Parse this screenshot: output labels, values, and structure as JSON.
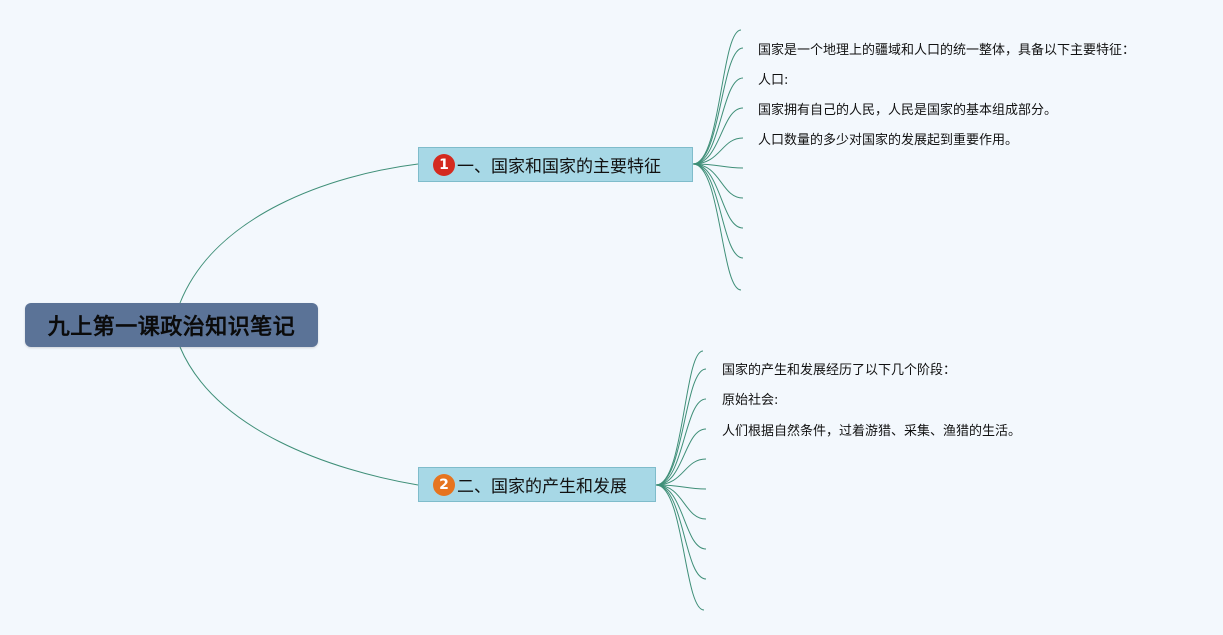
{
  "mindmap": {
    "root": {
      "label": "九上第一课政治知识笔记"
    },
    "branches": [
      {
        "marker": "1",
        "marker_color": "#d42a1f",
        "label": "一、国家和国家的主要特征",
        "leaves": [
          "国家是一个地理上的疆域和人口的统一整体，具备以下主要特征：",
          "人口:",
          "国家拥有自己的人民，人民是国家的基本组成部分。",
          "人口数量的多少对国家的发展起到重要作用。"
        ]
      },
      {
        "marker": "2",
        "marker_color": "#e6741f",
        "label": "二、国家的产生和发展",
        "leaves": [
          "国家的产生和发展经历了以下几个阶段：",
          "原始社会:",
          "人们根据自然条件，过着游猎、采集、渔猎的生活。"
        ]
      }
    ]
  },
  "colors": {
    "background": "#f3f8fd",
    "root_fill": "#5b7397",
    "branch_fill": "#a7d8e6",
    "connector": "#3f8f78"
  }
}
